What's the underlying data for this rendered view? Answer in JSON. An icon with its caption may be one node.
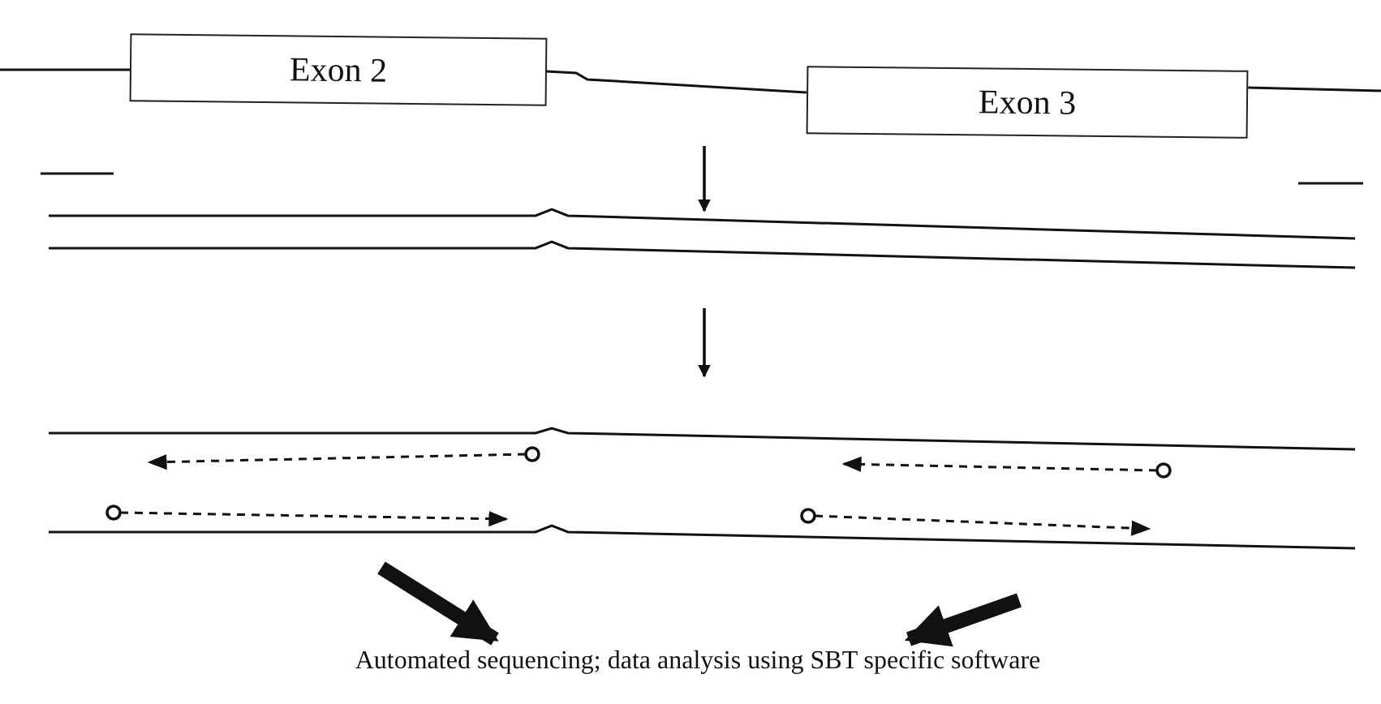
{
  "diagram": {
    "nodes": [
      {
        "text": [
          "Exon 2"
        ]
      },
      {
        "text": [
          "Exon 3"
        ]
      },
      {
        "text": [
          "Automated sequencing; data analysis using SBT specific software"
        ]
      }
    ],
    "edges": [
      {
        "from": 0,
        "to": 1,
        "arrow": "none"
      },
      {
        "from": null,
        "to": 2,
        "arrow": "to"
      },
      {
        "from": null,
        "to": 2,
        "arrow": "to"
      }
    ]
  }
}
